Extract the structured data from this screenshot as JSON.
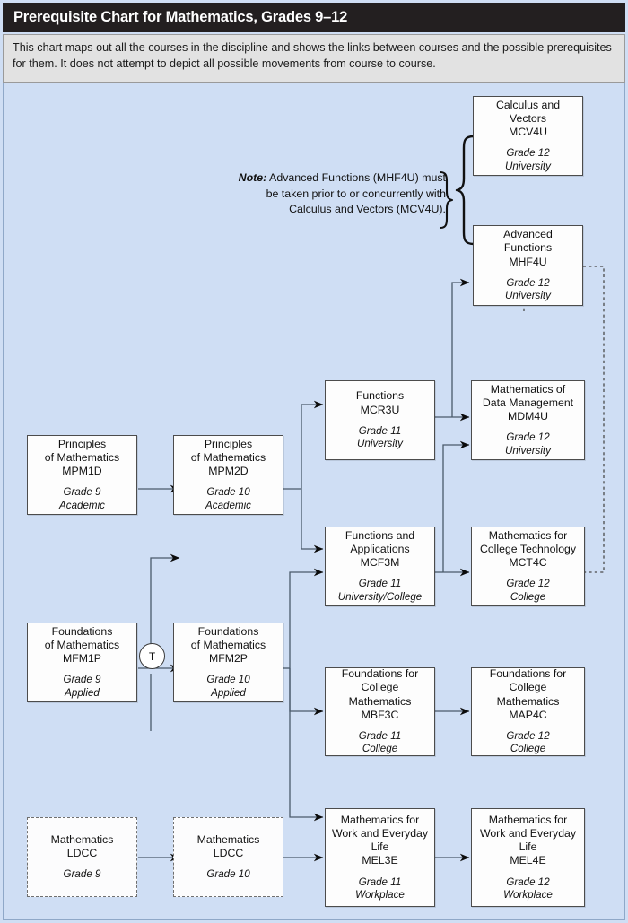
{
  "header": {
    "title": "Prerequisite Chart for Mathematics, Grades 9–12"
  },
  "intro": {
    "text": "This chart maps out all the courses in the discipline and shows the links between courses and the possible prerequisites for them. It does not attempt to depict all possible movements from course to course."
  },
  "note": {
    "label": "Note:",
    "line1": " Advanced Functions (MHF4U) must",
    "line2": "be taken prior to or concurrently with",
    "line3": "Calculus and Vectors (MCV4U)."
  },
  "transfer_node": {
    "label": "T"
  },
  "courses": [
    {
      "id": "mcv4u",
      "name_lines": [
        "Calculus and",
        "Vectors"
      ],
      "code": "MCV4U",
      "grade": "Grade 12",
      "stream": "University",
      "dashed": false
    },
    {
      "id": "mhf4u",
      "name_lines": [
        "Advanced",
        "Functions"
      ],
      "code": "MHF4U",
      "grade": "Grade 12",
      "stream": "University",
      "dashed": false
    },
    {
      "id": "mcr3u",
      "name_lines": [
        "Functions"
      ],
      "code": "MCR3U",
      "grade": "Grade 11",
      "stream": "University",
      "dashed": false
    },
    {
      "id": "mdm4u",
      "name_lines": [
        "Mathematics of",
        "Data Management"
      ],
      "code": "MDM4U",
      "grade": "Grade 12",
      "stream": "University",
      "dashed": false
    },
    {
      "id": "mpm1d",
      "name_lines": [
        "Principles",
        "of Mathematics"
      ],
      "code": "MPM1D",
      "grade": "Grade 9",
      "stream": "Academic",
      "dashed": false
    },
    {
      "id": "mpm2d",
      "name_lines": [
        "Principles",
        "of Mathematics"
      ],
      "code": "MPM2D",
      "grade": "Grade 10",
      "stream": "Academic",
      "dashed": false
    },
    {
      "id": "mcf3m",
      "name_lines": [
        "Functions and",
        "Applications"
      ],
      "code": "MCF3M",
      "grade": "Grade 11",
      "stream": "University/College",
      "dashed": false
    },
    {
      "id": "mct4c",
      "name_lines": [
        "Mathematics for",
        "College Technology"
      ],
      "code": "MCT4C",
      "grade": "Grade 12",
      "stream": "College",
      "dashed": false
    },
    {
      "id": "mfm1p",
      "name_lines": [
        "Foundations",
        "of Mathematics"
      ],
      "code": "MFM1P",
      "grade": "Grade 9",
      "stream": "Applied",
      "dashed": false
    },
    {
      "id": "mfm2p",
      "name_lines": [
        "Foundations",
        "of Mathematics"
      ],
      "code": "MFM2P",
      "grade": "Grade 10",
      "stream": "Applied",
      "dashed": false
    },
    {
      "id": "mbf3c",
      "name_lines": [
        "Foundations for",
        "College",
        "Mathematics"
      ],
      "code": "MBF3C",
      "grade": "Grade 11",
      "stream": "College",
      "dashed": false
    },
    {
      "id": "map4c",
      "name_lines": [
        "Foundations for",
        "College",
        "Mathematics"
      ],
      "code": "MAP4C",
      "grade": "Grade 12",
      "stream": "College",
      "dashed": false
    },
    {
      "id": "ldcc9",
      "name_lines": [
        "Mathematics"
      ],
      "code": "LDCC",
      "grade": "Grade 9",
      "stream": "",
      "dashed": true
    },
    {
      "id": "ldcc10",
      "name_lines": [
        "Mathematics"
      ],
      "code": "LDCC",
      "grade": "Grade 10",
      "stream": "",
      "dashed": true
    },
    {
      "id": "mel3e",
      "name_lines": [
        "Mathematics for",
        "Work and Everyday",
        "Life"
      ],
      "code": "MEL3E",
      "grade": "Grade 11",
      "stream": "Workplace",
      "dashed": false
    },
    {
      "id": "mel4e",
      "name_lines": [
        "Mathematics for",
        "Work and Everyday",
        "Life"
      ],
      "code": "MEL4E",
      "grade": "Grade 12",
      "stream": "Workplace",
      "dashed": false
    }
  ],
  "colors": {
    "header_bg": "#231f20",
    "header_text": "#ffffff",
    "intro_bg": "#e2e2e2",
    "canvas_bg": "#cfdef4",
    "box_bg": "#fdfdfd",
    "box_border": "#4c4c4c",
    "wire": "#4a5a6a"
  },
  "chart_data": {
    "type": "diagram",
    "title": "Prerequisite Chart for Mathematics, Grades 9–12",
    "nodes": [
      "MPM1D",
      "MPM2D",
      "MCR3U",
      "MCF3M",
      "MHF4U",
      "MCV4U",
      "MDM4U",
      "MCT4C",
      "MFM1P",
      "MFM2P",
      "MBF3C",
      "MAP4C",
      "LDCC Grade 9",
      "LDCC Grade 10",
      "MEL3E",
      "MEL4E"
    ],
    "edges": [
      {
        "from": "MPM1D",
        "to": "MPM2D",
        "style": "solid"
      },
      {
        "from": "MFM1P",
        "to": "MPM2D",
        "style": "solid",
        "via": "T"
      },
      {
        "from": "MFM1P",
        "to": "MFM2P",
        "style": "solid"
      },
      {
        "from": "MPM2D",
        "to": "MCR3U",
        "style": "solid"
      },
      {
        "from": "MPM2D",
        "to": "MCF3M",
        "style": "solid"
      },
      {
        "from": "MFM2P",
        "to": "MCF3M",
        "style": "solid"
      },
      {
        "from": "MFM2P",
        "to": "MBF3C",
        "style": "solid"
      },
      {
        "from": "MFM2P",
        "to": "MEL3E",
        "style": "solid"
      },
      {
        "from": "MCR3U",
        "to": "MHF4U",
        "style": "solid"
      },
      {
        "from": "MCR3U",
        "to": "MDM4U",
        "style": "solid"
      },
      {
        "from": "MCF3M",
        "to": "MDM4U",
        "style": "solid"
      },
      {
        "from": "MCF3M",
        "to": "MCT4C",
        "style": "solid"
      },
      {
        "from": "MHF4U",
        "to": "MCV4U",
        "style": "dashed"
      },
      {
        "from": "MCT4C",
        "to": "MHF4U",
        "style": "dashed"
      },
      {
        "from": "MBF3C",
        "to": "MAP4C",
        "style": "solid"
      },
      {
        "from": "LDCC Grade 9",
        "to": "LDCC Grade 10",
        "style": "solid"
      },
      {
        "from": "LDCC Grade 10",
        "to": "MEL3E",
        "style": "solid"
      },
      {
        "from": "MEL3E",
        "to": "MEL4E",
        "style": "solid"
      }
    ]
  }
}
